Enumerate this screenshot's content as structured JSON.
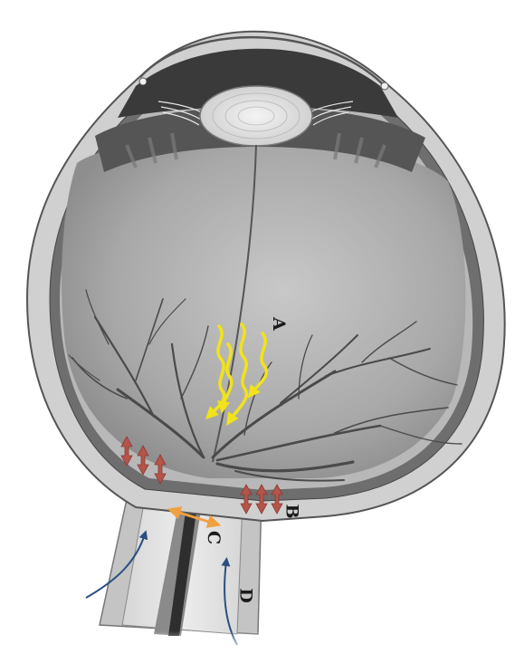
{
  "labels": {
    "a": "A",
    "b": "B",
    "c": "C",
    "d": "D"
  },
  "colors": {
    "sclera": "#c9c9c9",
    "interior": "#a9a9a9",
    "vessel": "#4a4a4a",
    "light_wave": "#f2e21a",
    "pressure_arrow": "#b5544a",
    "csf_arrow": "#f0a040",
    "flow_arrow": "#2a4f82"
  }
}
